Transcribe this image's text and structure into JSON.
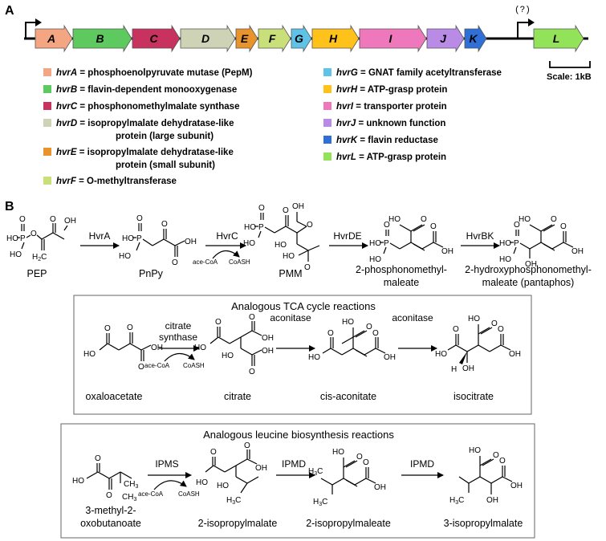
{
  "panels": {
    "a": "A",
    "b": "B"
  },
  "operon": {
    "genes": [
      {
        "letter": "A",
        "color": "#f4a582"
      },
      {
        "letter": "B",
        "color": "#5ec95e"
      },
      {
        "letter": "C",
        "color": "#c8325e"
      },
      {
        "letter": "D",
        "color": "#cdd3b4"
      },
      {
        "letter": "E",
        "color": "#e8932c"
      },
      {
        "letter": "F",
        "color": "#c9df7a"
      },
      {
        "letter": "G",
        "color": "#5fc3e8"
      },
      {
        "letter": "H",
        "color": "#ffc21a"
      },
      {
        "letter": "I",
        "color": "#ee78bb"
      },
      {
        "letter": "J",
        "color": "#b98be6"
      },
      {
        "letter": "K",
        "color": "#2f6fd6"
      },
      {
        "letter": "L",
        "color": "#93e35a"
      }
    ],
    "promoter_question": "(?)",
    "scale_label": "Scale: 1kB"
  },
  "legend": {
    "left": [
      {
        "gene": "hvrA",
        "desc": " = phosphoenolpyruvate mutase (PepM)",
        "color": "#f4a582"
      },
      {
        "gene": "hvrB",
        "desc": " = flavin-dependent monooxygenase",
        "color": "#5ec95e"
      },
      {
        "gene": "hvrC",
        "desc": " = phosphonomethylmalate synthase",
        "color": "#c8325e"
      },
      {
        "gene": "hvrD",
        "desc": " = isopropylmalate dehydratase-like",
        "desc2": "protein (large subunit)",
        "color": "#cdd3b4"
      },
      {
        "gene": "hvrE",
        "desc": " = isopropylmalate dehydratase-like",
        "desc2": "protein (small subunit)",
        "color": "#e8932c"
      },
      {
        "gene": "hvrF",
        "desc": " = O-methyltransferase",
        "color": "#c9df7a"
      }
    ],
    "right": [
      {
        "gene": "hvrG",
        "desc": " = GNAT family acetyltransferase",
        "color": "#5fc3e8"
      },
      {
        "gene": "hvrH",
        "desc": " = ATP-grasp protein",
        "color": "#ffc21a"
      },
      {
        "gene": "hvrI",
        "desc": "  = transporter protein",
        "color": "#ee78bb"
      },
      {
        "gene": "hvrJ",
        "desc": " = unknown function",
        "color": "#b98be6"
      },
      {
        "gene": "hvrK",
        "desc": " = flavin reductase",
        "color": "#2f6fd6"
      },
      {
        "gene": "hvrL",
        "desc": " = ATP-grasp protein",
        "color": "#93e35a"
      }
    ]
  },
  "pathway": {
    "compounds": {
      "pep": "PEP",
      "pnpy": "PnPy",
      "pmm": "PMM",
      "pmmal1": "2-phosphonomethyl-",
      "pmmal2": "maleate",
      "hpm1": "2-hydroxyphosphonomethyl-",
      "hpm2": "maleate (pantaphos)"
    },
    "enzymes": {
      "hvra": "HvrA",
      "hvrc": "HvrC",
      "hvrde": "HvrDE",
      "hvrbk": "HvrBK"
    },
    "cofactors": {
      "acoa": "ace-CoA",
      "coash": "CoASH"
    }
  },
  "tca": {
    "title": "Analogous TCA cycle reactions",
    "compounds": {
      "oxaloacetate": "oxaloacetate",
      "citrate": "citrate",
      "cisaconitate": "cis-aconitate",
      "isocitrate": "isocitrate"
    },
    "enzymes": {
      "cs1": "citrate",
      "cs2": "synthase",
      "acon1": "aconitase",
      "acon2": "aconitase"
    }
  },
  "leucine": {
    "title": "Analogous leucine biosynthesis reactions",
    "compounds": {
      "mob1": "3-methyl-2-",
      "mob2": "oxobutanoate",
      "ipm": "2-isopropylmalate",
      "ipmaleate": "2-isopropylmaleate",
      "ipm3": "3-isopropylmalate"
    },
    "enzymes": {
      "ipms": "IPMS",
      "ipmd1": "IPMD",
      "ipmd2": "IPMD"
    }
  },
  "atoms": {
    "ho": "HO",
    "oh": "OH",
    "o": "O",
    "p": "P",
    "h2c": "H2C",
    "h3c": "H3C",
    "ch3": "CH3",
    "h": "H"
  }
}
